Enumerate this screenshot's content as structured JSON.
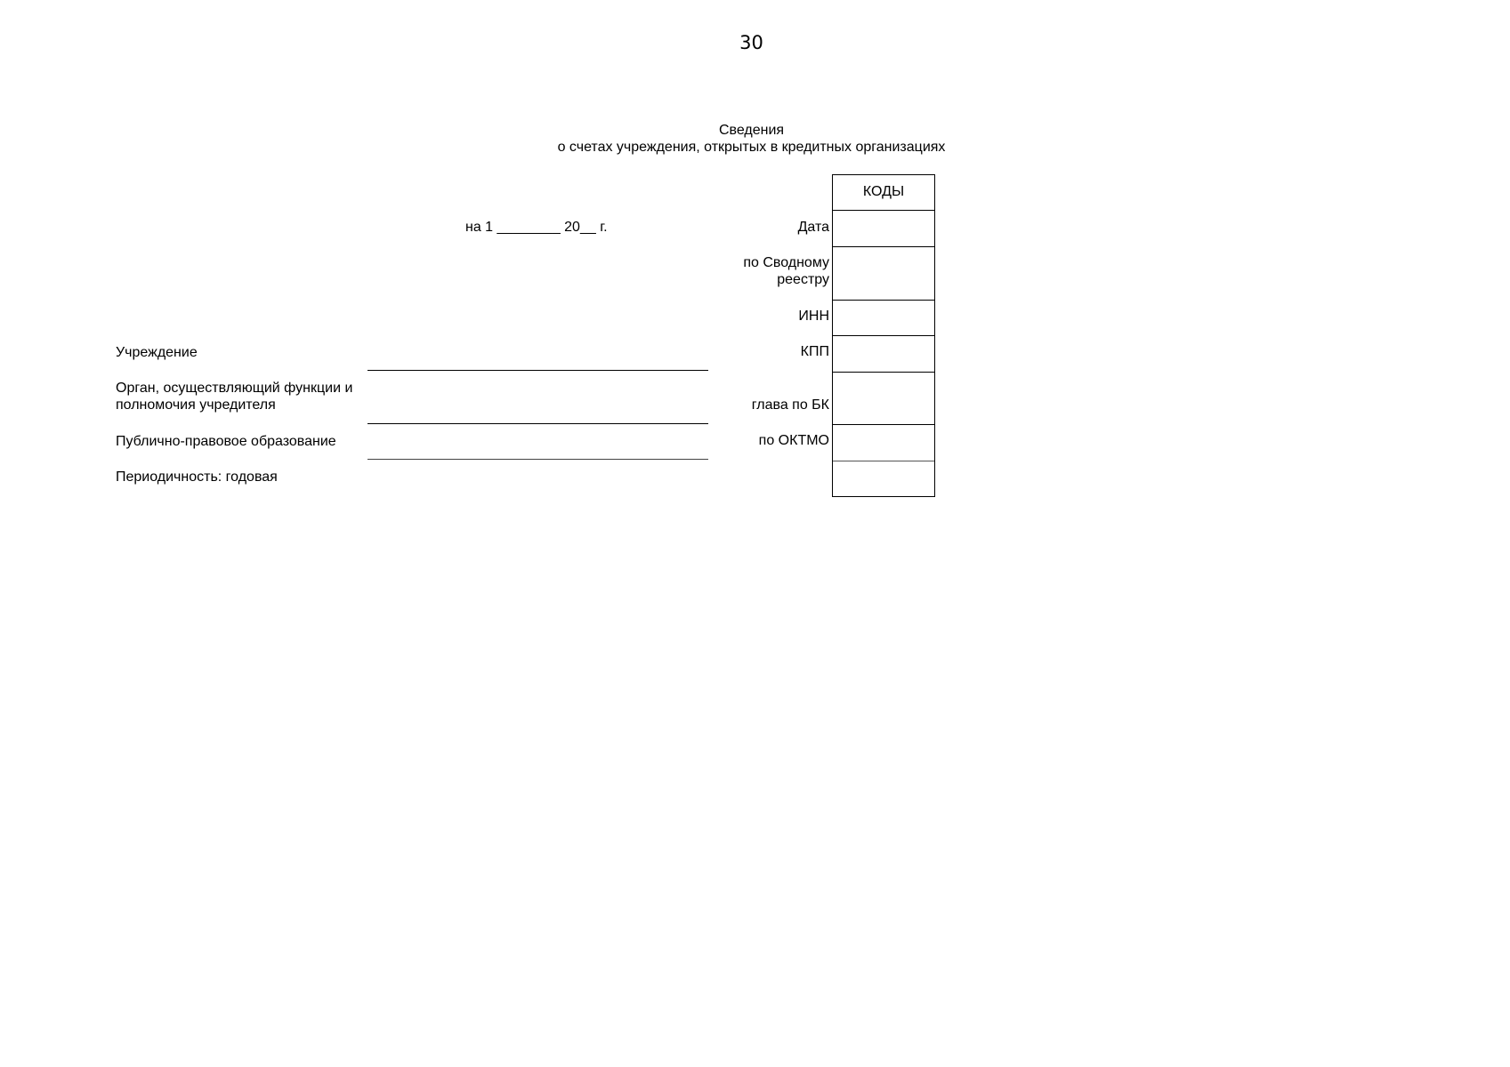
{
  "page_number": "30",
  "title": {
    "line1": "Сведения",
    "line2": "о счетах учреждения, открытых в кредитных организациях"
  },
  "date_line": "на 1 ________ 20__ г.",
  "codes_table": {
    "header": "КОДЫ",
    "rows": [
      {
        "label": "Дата",
        "value": ""
      },
      {
        "label_line1": "по Сводному",
        "label_line2": "реестру",
        "value": ""
      },
      {
        "label": "ИНН",
        "value": ""
      },
      {
        "label": "КПП",
        "value": ""
      },
      {
        "label": "глава по БК",
        "value": ""
      },
      {
        "label": "по ОКТМО",
        "value": ""
      },
      {
        "label": "",
        "value": ""
      }
    ]
  },
  "fields": {
    "institution": {
      "label": "Учреждение",
      "value": ""
    },
    "founder": {
      "label_line1": "Орган, осуществляющий функции и",
      "label_line2": "полномочия учредителя",
      "value": ""
    },
    "public_entity": {
      "label": "Публично-правовое образование",
      "value": ""
    },
    "periodicity": {
      "label": "Периодичность: годовая"
    }
  }
}
